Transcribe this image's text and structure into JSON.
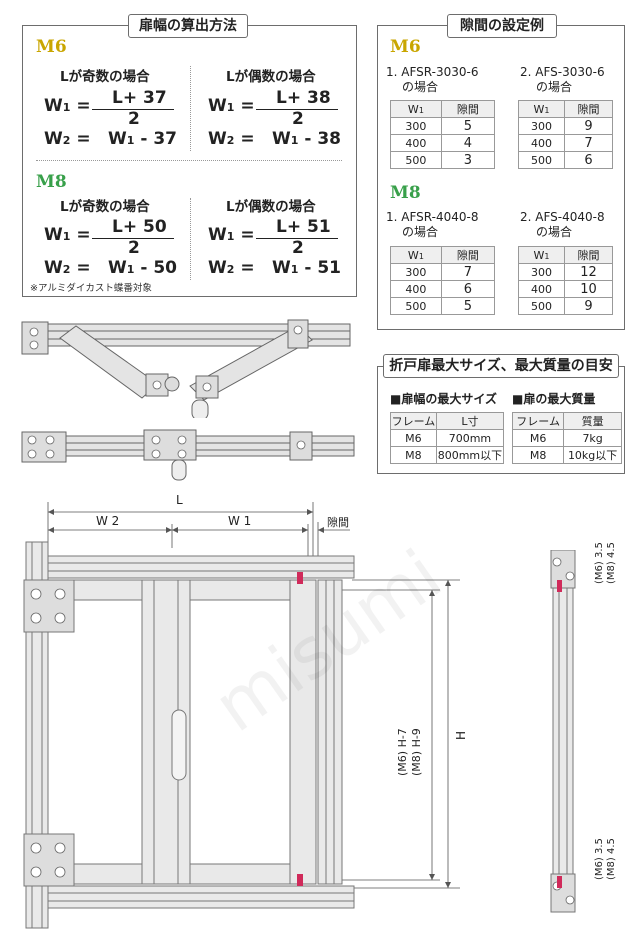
{
  "formula_panel": {
    "title": "扉幅の算出方法",
    "m6_label": "M6",
    "m8_label": "M8",
    "odd_case": "Lが奇数の場合",
    "even_case": "Lが偶数の場合",
    "w1": "W",
    "w2": "W",
    "sub1": "1",
    "sub2": "2",
    "eq": "=",
    "m6_odd_numerator": "L+ 37",
    "m6_odd_denominator": "2",
    "m6_odd_w2_base": "W",
    "m6_odd_w2_tail": "- 37",
    "m6_even_numerator": "L+ 38",
    "m6_even_denominator": "2",
    "m6_even_w2_tail": "- 38",
    "m8_odd_numerator": "L+ 50",
    "m8_odd_denominator": "2",
    "m8_odd_w2_tail": "- 50",
    "m8_even_numerator": "L+ 51",
    "m8_even_denominator": "2",
    "m8_even_w2_tail": "- 51",
    "note": "※アルミダイカスト蝶番対象"
  },
  "gap_panel": {
    "title": "隙間の設定例",
    "m6_label": "M6",
    "m8_label": "M8",
    "m6_ex1": "1. AFSR-3030-6",
    "m6_ex2": "2. AFS-3030-6",
    "m8_ex1": "1. AFSR-4040-8",
    "m8_ex2": "2. AFS-4040-8",
    "case_suffix": "の場合",
    "col_w": "W",
    "col_w_sub": "1",
    "col_gap": "隙間",
    "widths": [
      "300",
      "400",
      "500"
    ],
    "m6_ex1_gaps": [
      "5",
      "4",
      "3"
    ],
    "m6_ex2_gaps": [
      "9",
      "7",
      "6"
    ],
    "m8_ex1_gaps": [
      "7",
      "6",
      "5"
    ],
    "m8_ex2_gaps": [
      "12",
      "10",
      "9"
    ]
  },
  "max_panel": {
    "title": "折戸扉最大サイズ、最大質量の目安",
    "width_title": "■扉幅の最大サイズ",
    "mass_title": "■扉の最大質量",
    "col_frame": "フレーム",
    "col_l": "L寸",
    "col_mass": "質量",
    "rows_width": [
      {
        "frame": "M6",
        "value": "700mm"
      },
      {
        "frame": "M8",
        "value": "800mm以下"
      }
    ],
    "rows_mass": [
      {
        "frame": "M6",
        "value": "7kg"
      },
      {
        "frame": "M8",
        "value": "10kg以下"
      }
    ]
  },
  "drawing": {
    "dim_L": "L",
    "dim_W2": "W 2",
    "dim_W1": "W 1",
    "dim_gap": "隙間",
    "dim_H": "H",
    "dim_H_m6": "(M6) H-7",
    "dim_H_m8": "(M8) H-9",
    "dim_top_m6": "(M6) 3.5",
    "dim_top_m8": "(M8) 4.5",
    "dim_bot_m6": "(M6) 3.5",
    "dim_bot_m8": "(M8) 4.5"
  },
  "watermark": "misumi",
  "colors": {
    "m6": "#c9a600",
    "m8": "#38a04a",
    "border": "#6d6d6d",
    "hinge": "#d02a5a"
  }
}
